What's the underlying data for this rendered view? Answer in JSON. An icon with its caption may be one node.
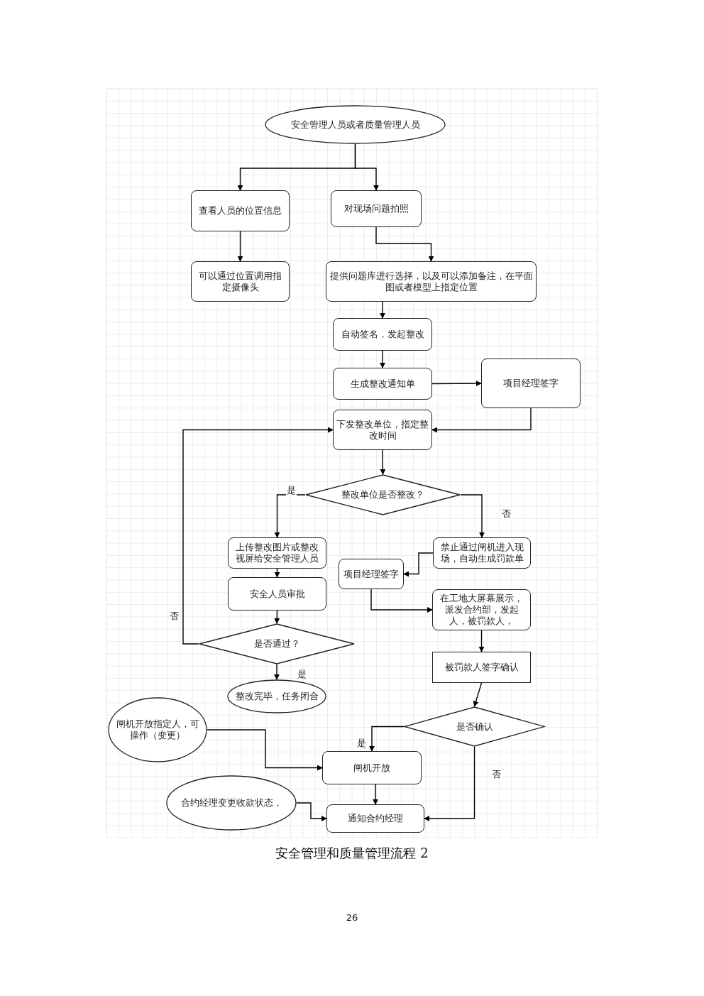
{
  "diagram": {
    "caption": "安全管理和质量管理流程 2",
    "nodes": [
      {
        "text": [
          "安全管理人员或者质量管理人员"
        ]
      },
      {
        "text": [
          "查看人员的位置信息"
        ]
      },
      {
        "text": [
          "对现场问题拍照"
        ]
      },
      {
        "text": [
          "可以通过位置调用指定摄像头"
        ]
      },
      {
        "text": [
          "提供问题库进行选择，以及可以添加备注，在平面图或者模型上指定位置"
        ]
      },
      {
        "text": [
          "自动签名，发起整改"
        ]
      },
      {
        "text": [
          "生成整改通知单"
        ]
      },
      {
        "text": [
          "项目经理签字"
        ]
      },
      {
        "text": [
          "下发整改单位，指定整改时间"
        ]
      },
      {
        "text": [
          "整改单位是否整改？"
        ]
      },
      {
        "text": [
          "上传整改图片或整改视屏给安全管理人员"
        ]
      },
      {
        "text": [
          "禁止通过闸机进入现场，自动生成罚款单"
        ]
      },
      {
        "text": [
          "项目经理签字"
        ]
      },
      {
        "text": [
          "安全人员审批"
        ]
      },
      {
        "text": [
          "在工地大屏幕展示，派发合约部，发起人，被罚款人，"
        ]
      },
      {
        "text": [
          "是否通过？"
        ]
      },
      {
        "text": [
          "整改完毕，任务闭合"
        ]
      },
      {
        "text": [
          "被罚款人签字确认"
        ]
      },
      {
        "text": [
          "是否确认"
        ]
      },
      {
        "text": [
          "闸机开放指定人，可操作（变更）"
        ]
      },
      {
        "text": [
          "闸机开放"
        ]
      },
      {
        "text": [
          "合约经理变更收款状态，"
        ]
      },
      {
        "text": [
          "通知合约经理"
        ]
      }
    ],
    "edges": [
      {
        "from": 0,
        "to": 1,
        "arrow": "to"
      },
      {
        "from": 0,
        "to": 2,
        "arrow": "to"
      },
      {
        "from": 1,
        "to": 3,
        "arrow": "to"
      },
      {
        "from": 2,
        "to": 4,
        "arrow": "to"
      },
      {
        "from": 4,
        "to": 5,
        "arrow": "to"
      },
      {
        "from": 5,
        "to": 6,
        "arrow": "to"
      },
      {
        "from": 6,
        "to": 7,
        "arrow": "to"
      },
      {
        "from": 7,
        "to": 8,
        "arrow": "to"
      },
      {
        "from": 8,
        "to": 9,
        "arrow": "to"
      },
      {
        "from": 9,
        "to": 10,
        "arrow": "to",
        "label": "是"
      },
      {
        "from": 9,
        "to": 11,
        "arrow": "to",
        "label": "否"
      },
      {
        "from": 10,
        "to": 13,
        "arrow": "to"
      },
      {
        "from": 13,
        "to": 15,
        "arrow": "to"
      },
      {
        "from": 15,
        "to": 8,
        "arrow": "to",
        "label": "否"
      },
      {
        "from": 15,
        "to": 16,
        "arrow": "to",
        "label": "是"
      },
      {
        "from": 11,
        "to": 12,
        "arrow": "to"
      },
      {
        "from": 12,
        "to": 14,
        "arrow": "to"
      },
      {
        "from": 14,
        "to": 17,
        "arrow": "to"
      },
      {
        "from": 17,
        "to": 18,
        "arrow": "to"
      },
      {
        "from": 18,
        "to": 20,
        "arrow": "to",
        "label": "是"
      },
      {
        "from": 18,
        "to": 22,
        "arrow": "to",
        "label": "否"
      },
      {
        "from": 19,
        "to": 20,
        "arrow": "to"
      },
      {
        "from": 20,
        "to": 22,
        "arrow": "to"
      },
      {
        "from": 21,
        "to": 22,
        "arrow": "to"
      }
    ],
    "labels": [
      "26"
    ]
  }
}
